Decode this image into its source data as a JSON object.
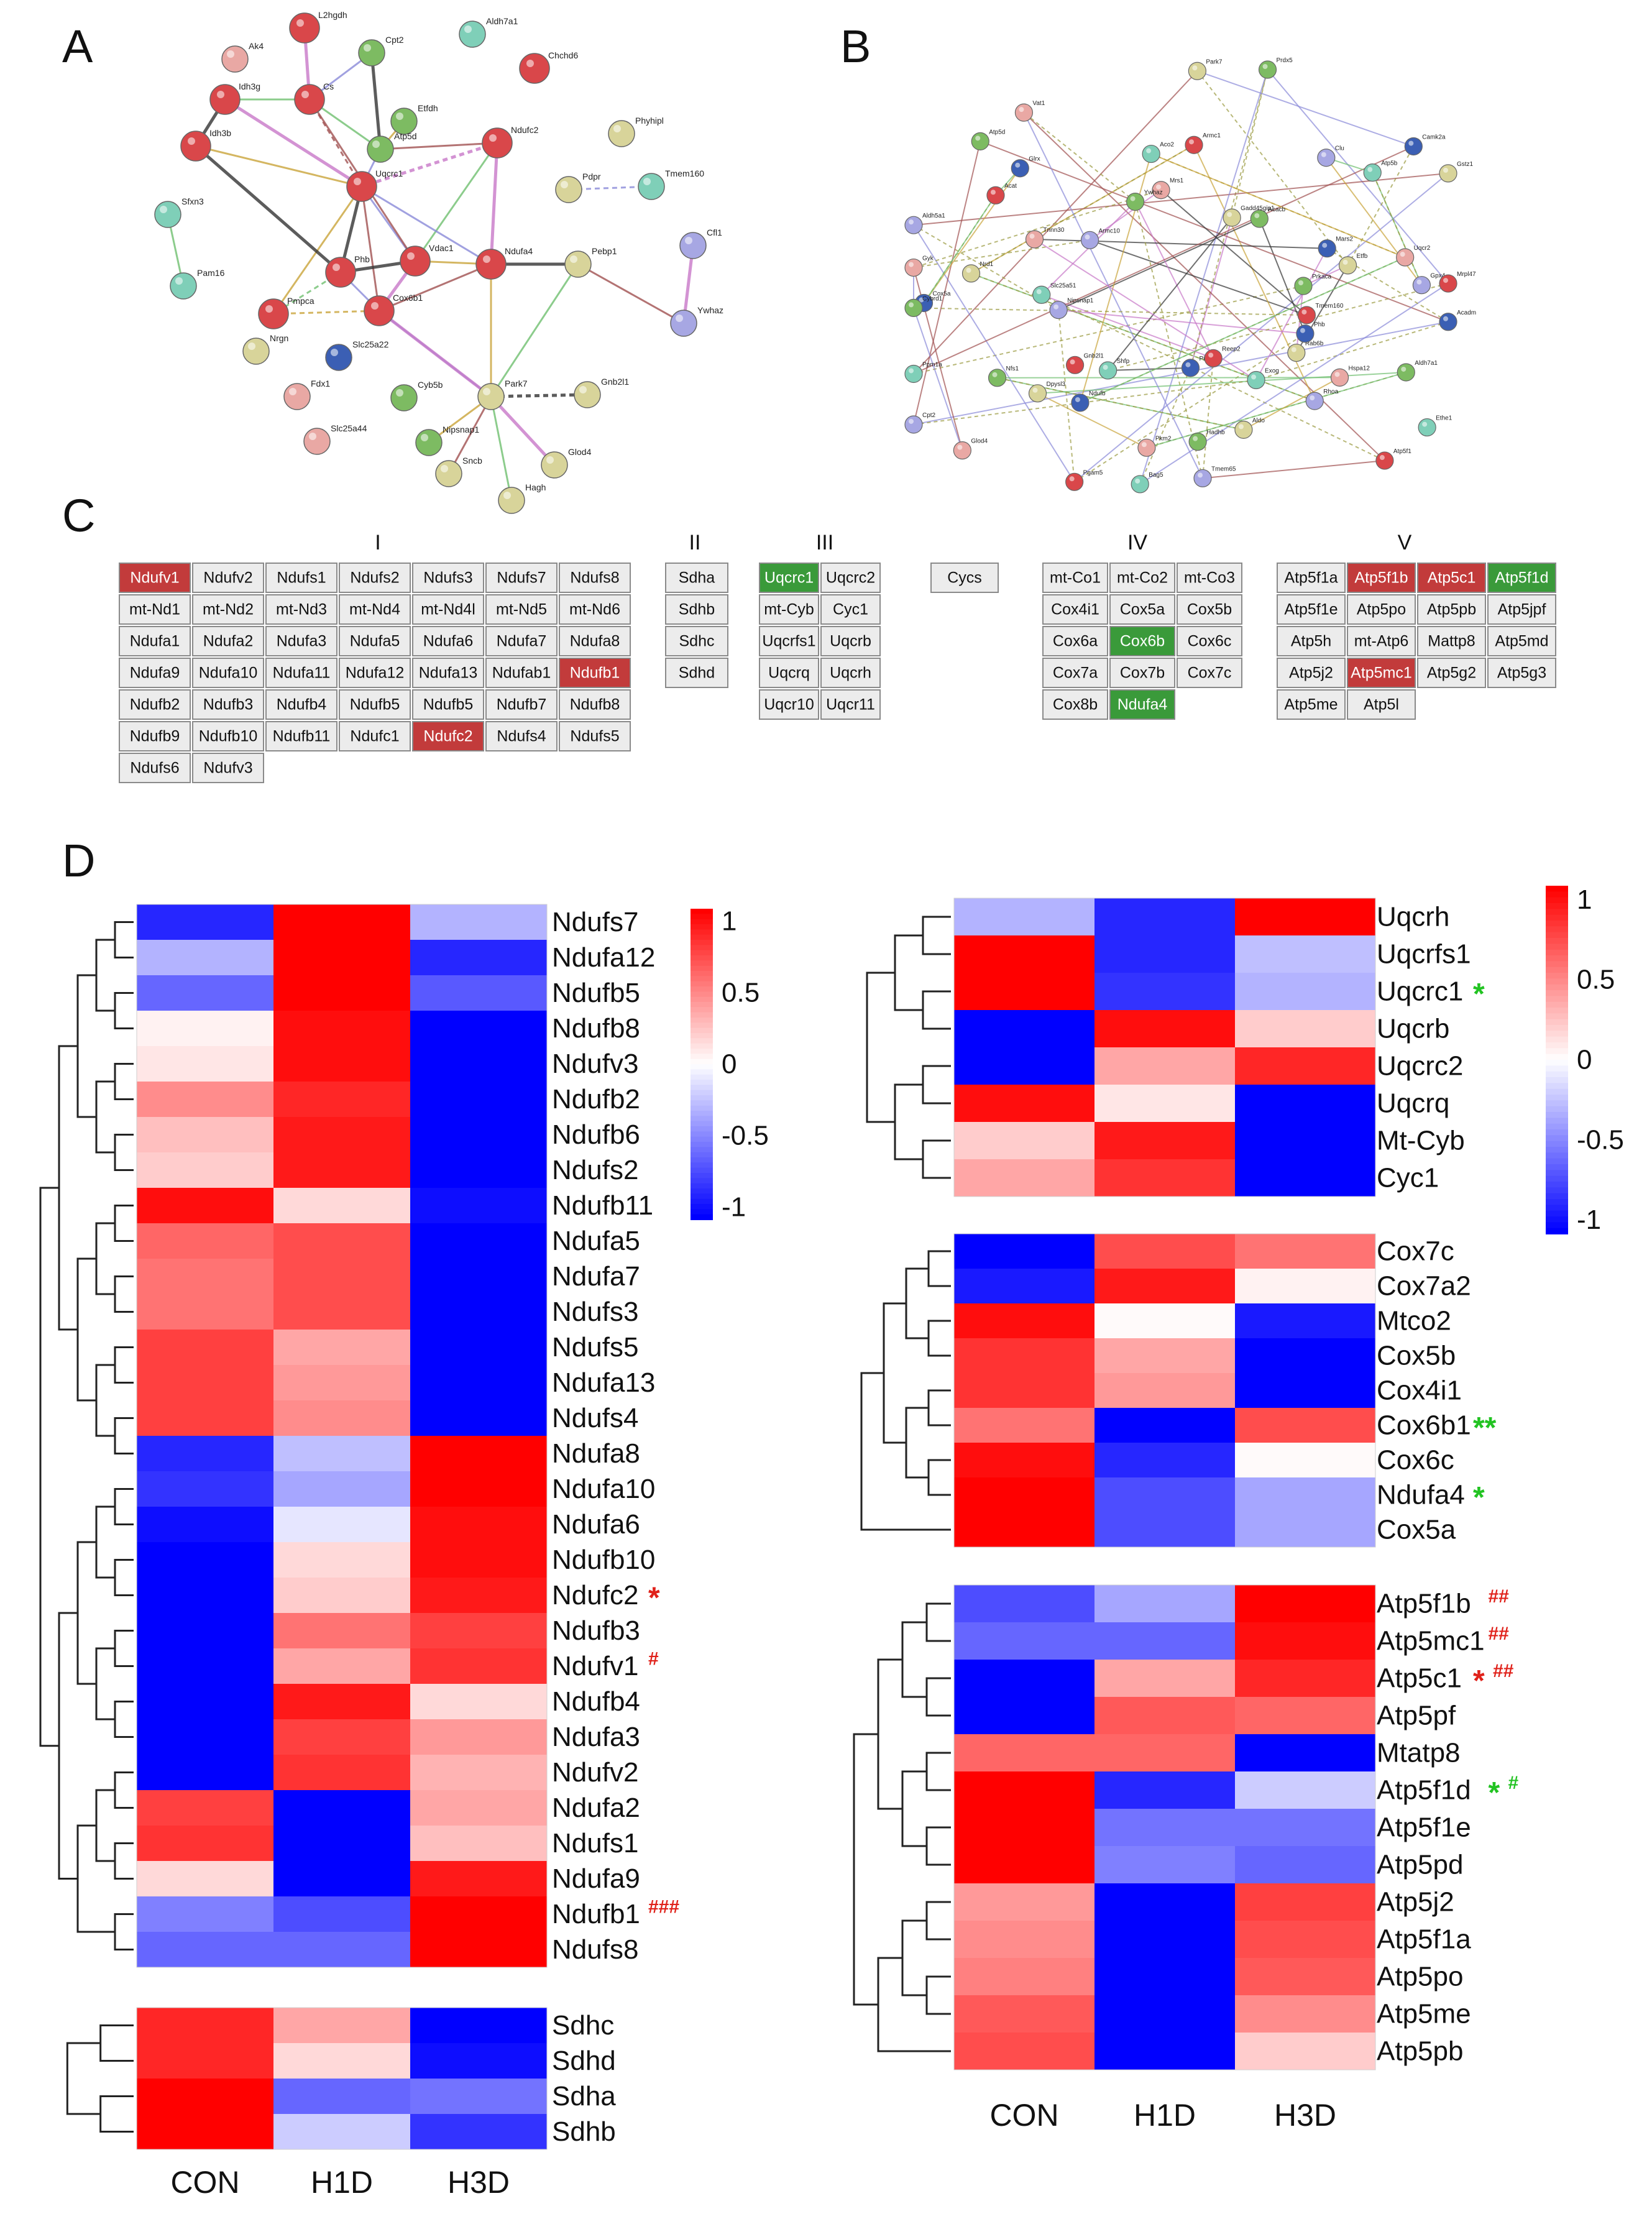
{
  "panels": {
    "A": "A",
    "B": "B",
    "C": "C",
    "D": "D"
  },
  "colors": {
    "up": "#ff0000",
    "down": "#0000ff",
    "neutral": "#ffffff",
    "box_red": "#c23b3b",
    "box_green": "#3a9a3a",
    "box_grey": "#ececec",
    "mark_red": "#e0211a",
    "mark_green": "#22c322"
  },
  "network_a": {
    "nodes": [
      {
        "label": "L2hgdh",
        "color": "red"
      },
      {
        "label": "Ak4",
        "color": "pink"
      },
      {
        "label": "Idh3g",
        "color": "red"
      },
      {
        "label": "Cs",
        "color": "red"
      },
      {
        "label": "Cpt2",
        "color": "green"
      },
      {
        "label": "Aldh7a1",
        "color": "teal"
      },
      {
        "label": "Chchd6",
        "color": "red"
      },
      {
        "label": "Idh3b",
        "color": "red"
      },
      {
        "label": "Etfdh",
        "color": "green"
      },
      {
        "label": "Atp5d",
        "color": "green"
      },
      {
        "label": "Ndufc2",
        "color": "red"
      },
      {
        "label": "Phyhipl",
        "color": "olive"
      },
      {
        "label": "Sfxn3",
        "color": "teal"
      },
      {
        "label": "Uqcrc1",
        "color": "red"
      },
      {
        "label": "Pdpr",
        "color": "olive"
      },
      {
        "label": "Tmem160",
        "color": "teal"
      },
      {
        "label": "Vdac1",
        "color": "red"
      },
      {
        "label": "Cfl1",
        "color": "purple"
      },
      {
        "label": "Pam16",
        "color": "teal"
      },
      {
        "label": "Phb",
        "color": "red"
      },
      {
        "label": "Ndufa4",
        "color": "red"
      },
      {
        "label": "Pebp1",
        "color": "olive"
      },
      {
        "label": "Pmpca",
        "color": "red"
      },
      {
        "label": "Cox6b1",
        "color": "red"
      },
      {
        "label": "Ywhaz",
        "color": "purple"
      },
      {
        "label": "Nrgn",
        "color": "olive"
      },
      {
        "label": "Slc25a22",
        "color": "blue"
      },
      {
        "label": "Fdx1",
        "color": "pink"
      },
      {
        "label": "Cyb5b",
        "color": "green"
      },
      {
        "label": "Park7",
        "color": "olive"
      },
      {
        "label": "Gnb2l1",
        "color": "olive"
      },
      {
        "label": "Slc25a44",
        "color": "pink"
      },
      {
        "label": "Nipsnap1",
        "color": "green"
      },
      {
        "label": "Sncb",
        "color": "olive"
      },
      {
        "label": "Glod4",
        "color": "olive"
      },
      {
        "label": "Hagh",
        "color": "olive"
      }
    ]
  },
  "network_b": {
    "nodes": [
      {
        "label": "Prkaca"
      },
      {
        "label": "Rhoa"
      },
      {
        "label": "Pgam5"
      },
      {
        "label": "Rab6b"
      },
      {
        "label": "Pkm2"
      },
      {
        "label": "Ppm1a"
      },
      {
        "label": "Pick1"
      },
      {
        "label": "Nfs1"
      },
      {
        "label": "Aldh5a1"
      },
      {
        "label": "Gnb2l1"
      },
      {
        "label": "Nrd1"
      },
      {
        "label": "Vat1"
      },
      {
        "label": "Slc25a51"
      },
      {
        "label": "Glrx"
      },
      {
        "label": "Prdx5"
      },
      {
        "label": "Armc10"
      },
      {
        "label": "Armc1"
      },
      {
        "label": "Gstz1"
      },
      {
        "label": "Mrs1"
      },
      {
        "label": "Atp5b"
      },
      {
        "label": "Acadm"
      },
      {
        "label": "Acacb"
      },
      {
        "label": "Gpx4"
      },
      {
        "label": "Atp5f1"
      },
      {
        "label": "Etfb"
      },
      {
        "label": "Hspa12"
      },
      {
        "label": "Bag5"
      },
      {
        "label": "Phb"
      },
      {
        "label": "Hadhb"
      },
      {
        "label": "Cpt2"
      },
      {
        "label": "Reep2"
      },
      {
        "label": "Dpysl3"
      },
      {
        "label": "Gyk"
      },
      {
        "label": "Shfp"
      },
      {
        "label": "Cox5a"
      },
      {
        "label": "Atp5d"
      },
      {
        "label": "Nipsnap1"
      },
      {
        "label": "Acat"
      },
      {
        "label": "Park7"
      },
      {
        "label": "Tnnn30"
      },
      {
        "label": "Aco2"
      },
      {
        "label": "Camk2a"
      },
      {
        "label": "Ywhaz"
      },
      {
        "label": "Clu"
      },
      {
        "label": "Mrpl47"
      },
      {
        "label": "Gadd45gip1"
      },
      {
        "label": "Uqcr2"
      },
      {
        "label": "Ethe1"
      },
      {
        "label": "Mars2"
      },
      {
        "label": "Aldh7a1"
      },
      {
        "label": "Tmem65"
      },
      {
        "label": "Tmem160"
      },
      {
        "label": "Aldo"
      },
      {
        "label": "Glod4"
      },
      {
        "label": "Exog"
      },
      {
        "label": "Ndufb"
      },
      {
        "label": "Cybrd1"
      }
    ]
  },
  "complexes": {
    "headers": [
      "I",
      "II",
      "III",
      "IV",
      "V"
    ],
    "cycs": {
      "label": "Cycs",
      "state": "grey"
    },
    "complex_I": [
      [
        "Ndufv1",
        "Ndufv2",
        "Ndufs1",
        "Ndufs2",
        "Ndufs3",
        "Ndufs7",
        "Ndufs8"
      ],
      [
        "mt-Nd1",
        "mt-Nd2",
        "mt-Nd3",
        "mt-Nd4",
        "mt-Nd4l",
        "mt-Nd5",
        "mt-Nd6"
      ],
      [
        "Ndufa1",
        "Ndufa2",
        "Ndufa3",
        "Ndufa5",
        "Ndufa6",
        "Ndufa7",
        "Ndufa8"
      ],
      [
        "Ndufa9",
        "Ndufa10",
        "Ndufa11",
        "Ndufa12",
        "Ndufa13",
        "Ndufab1",
        "Ndufb1"
      ],
      [
        "Ndufb2",
        "Ndufb3",
        "Ndufb4",
        "Ndufb5",
        "Ndufb5",
        "Ndufb7",
        "Ndufb8"
      ],
      [
        "Ndufb9",
        "Ndufb10",
        "Ndufb11",
        "Ndufc1",
        "Ndufc2",
        "Ndufs4",
        "Ndufs5"
      ],
      [
        "Ndufs6",
        "Ndufv3"
      ]
    ],
    "complex_II": [
      [
        "Sdha"
      ],
      [
        "Sdhb"
      ],
      [
        "Sdhc"
      ],
      [
        "Sdhd"
      ]
    ],
    "complex_III": [
      [
        "Uqcrc1",
        "Uqcrc2"
      ],
      [
        "mt-Cyb",
        "Cyc1"
      ],
      [
        "Uqcrfs1",
        "Uqcrb"
      ],
      [
        "Uqcrq",
        "Uqcrh"
      ],
      [
        "Uqcr10",
        "Uqcr11"
      ]
    ],
    "complex_IV": [
      [
        "mt-Co1",
        "mt-Co2",
        "mt-Co3"
      ],
      [
        "Cox4i1",
        "Cox5a",
        "Cox5b"
      ],
      [
        "Cox6a",
        "Cox6b",
        "Cox6c"
      ],
      [
        "Cox7a",
        "Cox7b",
        "Cox7c"
      ],
      [
        "Cox8b",
        "Ndufa4"
      ]
    ],
    "complex_V": [
      [
        "Atp5f1a",
        "Atp5f1b",
        "Atp5c1",
        "Atp5f1d"
      ],
      [
        "Atp5f1e",
        "Atp5po",
        "Atp5pb",
        "Atp5jpf"
      ],
      [
        "Atp5h",
        "mt-Atp6",
        "Mattp8",
        "Atp5md"
      ],
      [
        "Atp5j2",
        "Atp5mc1",
        "Atp5g2",
        "Atp5g3"
      ],
      [
        "Atp5me",
        "Atp5l"
      ]
    ],
    "red_boxes": [
      "Ndufv1",
      "Ndufb1",
      "Ndufc2",
      "Atp5f1b",
      "Atp5c1",
      "Atp5mc1"
    ],
    "green_boxes": [
      "Uqcrc1",
      "Cox6b",
      "Ndufa4",
      "Atp5f1d"
    ]
  },
  "chart_data": [
    {
      "type": "heatmap",
      "title": "",
      "columns": [
        "CON",
        "H1D",
        "H3D"
      ],
      "colorbar": {
        "ticks": [
          "1",
          "0.5",
          "0",
          "-0.5",
          "-1"
        ],
        "range": [
          -1,
          1
        ]
      },
      "rows": [
        "Ndufs7",
        "Ndufa12",
        "Ndufb5",
        "Ndufb8",
        "Ndufv3",
        "Ndufb2",
        "Ndufb6",
        "Ndufs2",
        "Ndufb11",
        "Ndufa5",
        "Ndufa7",
        "Ndufs3",
        "Ndufs5",
        "Ndufa13",
        "Ndufs4",
        "Ndufa8",
        "Ndufa10",
        "Ndufa6",
        "Ndufb10",
        "Ndufc2",
        "Ndufb3",
        "Ndufv1",
        "Ndufb4",
        "Ndufa3",
        "Ndufv2",
        "Ndufa2",
        "Ndufs1",
        "Ndufa9",
        "Ndufb1",
        "Ndufs8"
      ],
      "values": [
        [
          -0.85,
          1.0,
          -0.3
        ],
        [
          -0.3,
          1.0,
          -0.85
        ],
        [
          -0.6,
          1.0,
          -0.65
        ],
        [
          0.05,
          0.95,
          -1.0
        ],
        [
          0.1,
          0.95,
          -1.0
        ],
        [
          0.45,
          0.85,
          -1.0
        ],
        [
          0.25,
          0.9,
          -1.0
        ],
        [
          0.2,
          0.9,
          -1.0
        ],
        [
          0.95,
          0.15,
          -0.95
        ],
        [
          0.6,
          0.7,
          -1.0
        ],
        [
          0.55,
          0.7,
          -1.0
        ],
        [
          0.55,
          0.7,
          -1.0
        ],
        [
          0.75,
          0.35,
          -1.0
        ],
        [
          0.75,
          0.4,
          -1.0
        ],
        [
          0.75,
          0.45,
          -1.0
        ],
        [
          -0.85,
          -0.25,
          1.0
        ],
        [
          -0.8,
          -0.35,
          1.0
        ],
        [
          -0.95,
          -0.1,
          0.95
        ],
        [
          -1.0,
          0.15,
          0.95
        ],
        [
          -1.0,
          0.2,
          0.9
        ],
        [
          -1.0,
          0.55,
          0.75
        ],
        [
          -1.0,
          0.35,
          0.8
        ],
        [
          -1.0,
          0.9,
          0.15
        ],
        [
          -1.0,
          0.75,
          0.4
        ],
        [
          -1.0,
          0.8,
          0.3
        ],
        [
          0.75,
          -1.0,
          0.35
        ],
        [
          0.8,
          -1.0,
          0.25
        ],
        [
          0.15,
          -1.0,
          0.9
        ],
        [
          -0.5,
          -0.7,
          1.0
        ],
        [
          -0.6,
          -0.6,
          1.0
        ]
      ],
      "annotations": [
        {
          "row": "Ndufc2",
          "text": "*",
          "color": "red"
        },
        {
          "row": "Ndufv1",
          "text": "#",
          "color": "red"
        },
        {
          "row": "Ndufb1",
          "text": "###",
          "color": "red"
        }
      ]
    },
    {
      "type": "heatmap",
      "columns": [
        "CON",
        "H1D",
        "H3D"
      ],
      "rows": [
        "Sdhc",
        "Sdhd",
        "Sdha",
        "Sdhb"
      ],
      "values": [
        [
          0.85,
          0.35,
          -1.0
        ],
        [
          0.85,
          0.15,
          -0.95
        ],
        [
          1.0,
          -0.6,
          -0.55
        ],
        [
          1.0,
          -0.2,
          -0.8
        ]
      ]
    },
    {
      "type": "heatmap",
      "columns": [
        "CON",
        "H1D",
        "H3D"
      ],
      "rows": [
        "Uqcrh",
        "Uqcrfs1",
        "Uqcrc1",
        "Uqcrb",
        "Uqcrc2",
        "Uqcrq",
        "Mt-Cyb",
        "Cyc1"
      ],
      "values": [
        [
          -0.3,
          -0.85,
          1.0
        ],
        [
          1.0,
          -0.85,
          -0.25
        ],
        [
          1.0,
          -0.8,
          -0.3
        ],
        [
          -1.0,
          0.95,
          0.2
        ],
        [
          -1.0,
          0.35,
          0.85
        ],
        [
          0.95,
          0.1,
          -1.0
        ],
        [
          0.2,
          0.9,
          -1.0
        ],
        [
          0.35,
          0.8,
          -1.0
        ]
      ],
      "annotations": [
        {
          "row": "Uqcrc1",
          "text": "*",
          "color": "green"
        }
      ]
    },
    {
      "type": "heatmap",
      "columns": [
        "CON",
        "H1D",
        "H3D"
      ],
      "rows": [
        "Cox7c",
        "Cox7a2",
        "Mtco2",
        "Cox5b",
        "Cox4i1",
        "Cox6b1",
        "Cox6c",
        "Ndufa4",
        "Cox5a"
      ],
      "values": [
        [
          -1.0,
          0.7,
          0.55
        ],
        [
          -0.9,
          0.9,
          0.05
        ],
        [
          0.95,
          0.02,
          -0.9
        ],
        [
          0.8,
          0.35,
          -1.0
        ],
        [
          0.8,
          0.4,
          -1.0
        ],
        [
          0.55,
          -1.0,
          0.7
        ],
        [
          0.95,
          -0.85,
          0.02
        ],
        [
          1.0,
          -0.7,
          -0.35
        ],
        [
          1.0,
          -0.7,
          -0.35
        ]
      ],
      "annotations": [
        {
          "row": "Cox6b1",
          "text": "**",
          "color": "green"
        },
        {
          "row": "Ndufa4",
          "text": "*",
          "color": "green"
        }
      ]
    },
    {
      "type": "heatmap",
      "columns": [
        "CON",
        "H1D",
        "H3D"
      ],
      "rows": [
        "Atp5f1b",
        "Atp5mc1",
        "Atp5c1",
        "Atp5pf",
        "Mtatp8",
        "Atp5f1d",
        "Atp5f1e",
        "Atp5pd",
        "Atp5j2",
        "Atp5f1a",
        "Atp5po",
        "Atp5me",
        "Atp5pb"
      ],
      "values": [
        [
          -0.7,
          -0.35,
          1.0
        ],
        [
          -0.6,
          -0.6,
          0.95
        ],
        [
          -1.0,
          0.35,
          0.85
        ],
        [
          -1.0,
          0.65,
          0.6
        ],
        [
          0.6,
          0.6,
          -1.0
        ],
        [
          1.0,
          -0.85,
          -0.2
        ],
        [
          1.0,
          -0.55,
          -0.55
        ],
        [
          1.0,
          -0.5,
          -0.6
        ],
        [
          0.4,
          -1.0,
          0.75
        ],
        [
          0.45,
          -1.0,
          0.7
        ],
        [
          0.5,
          -1.0,
          0.65
        ],
        [
          0.65,
          -1.0,
          0.45
        ],
        [
          0.7,
          -1.0,
          0.2
        ]
      ],
      "annotations": [
        {
          "row": "Atp5f1b",
          "text": "##",
          "color": "red"
        },
        {
          "row": "Atp5mc1",
          "text": "##",
          "color": "red"
        },
        {
          "row": "Atp5c1",
          "text": "*",
          "color": "red"
        },
        {
          "row": "Atp5c1",
          "text": "##",
          "color": "red"
        },
        {
          "row": "Atp5f1d",
          "text": "*",
          "color": "green"
        },
        {
          "row": "Atp5f1d",
          "text": "#",
          "color": "green"
        }
      ]
    }
  ]
}
